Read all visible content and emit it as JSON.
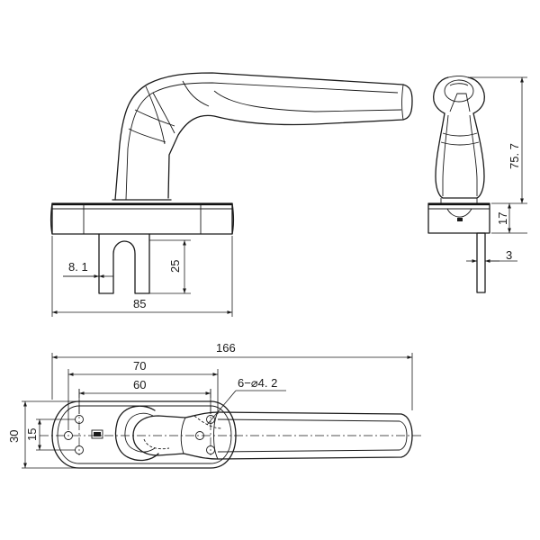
{
  "drawing": {
    "dimensions": {
      "front_slot_width": "8. 1",
      "front_slot_depth": "25",
      "front_plate_width": "85",
      "side_total_height": "75. 7",
      "side_base_height": "17",
      "side_spindle": "3",
      "top_total_length": "166",
      "top_hole_spacing_outer": "70",
      "top_hole_spacing_inner": "60",
      "top_holes_spec": "6−⌀4. 2",
      "top_plate_height": "30",
      "top_inner_height": "15"
    }
  }
}
